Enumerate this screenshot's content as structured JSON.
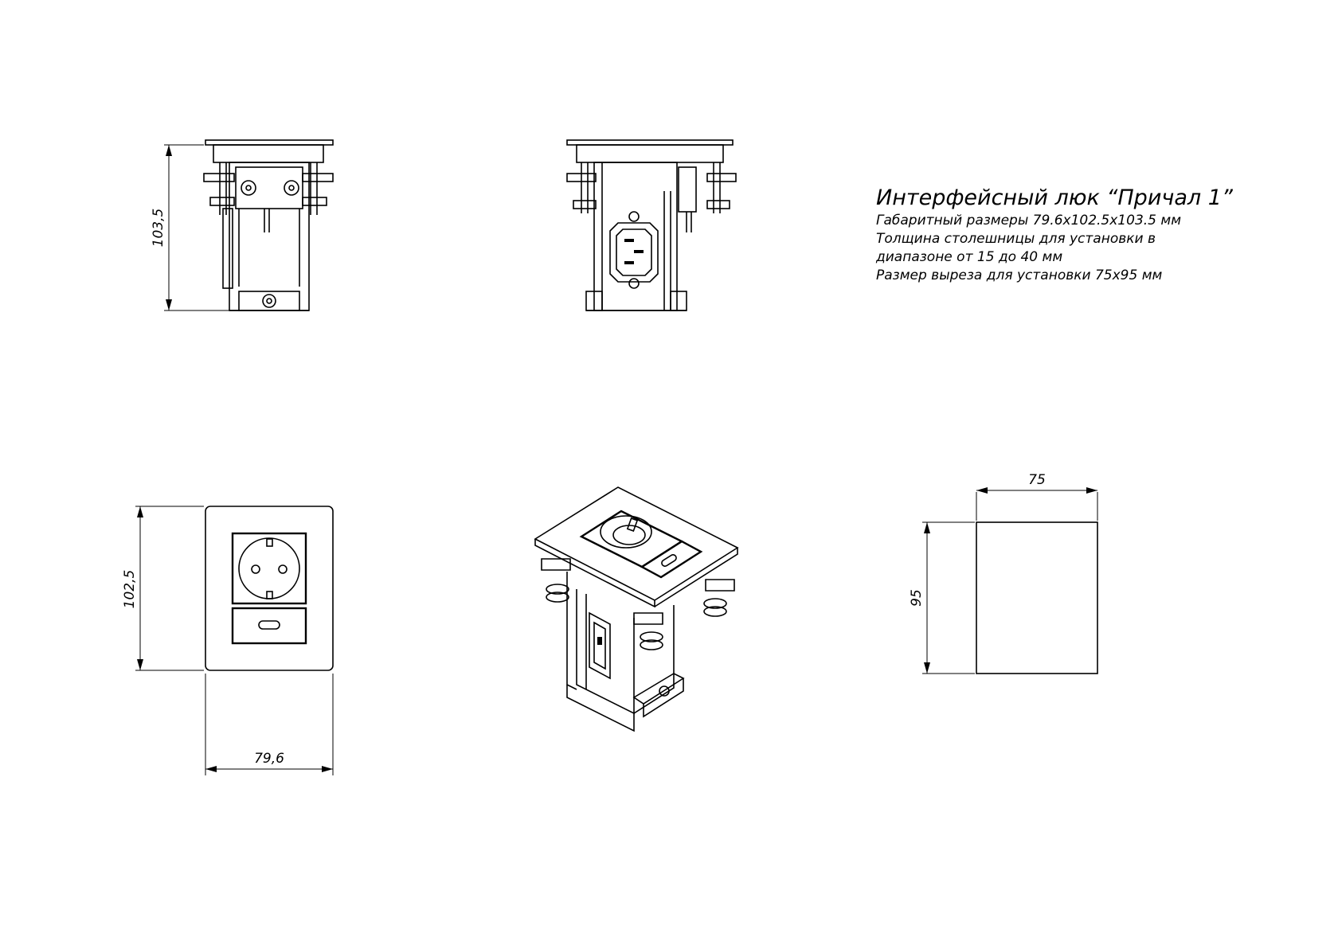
{
  "title": "Интерфейсный люк “Причал 1”",
  "notes": [
    "Габаритный размеры 79.6x102.5x103.5 мм",
    "Толщина столешницы для установки в",
    "диапазоне от 15 до 40 мм",
    "Размер выреза для установки 75x95 мм"
  ],
  "dimensions": {
    "height": "103,5",
    "front_height": "102,5",
    "front_width": "79,6",
    "cutout_width": "75",
    "cutout_height": "95"
  }
}
